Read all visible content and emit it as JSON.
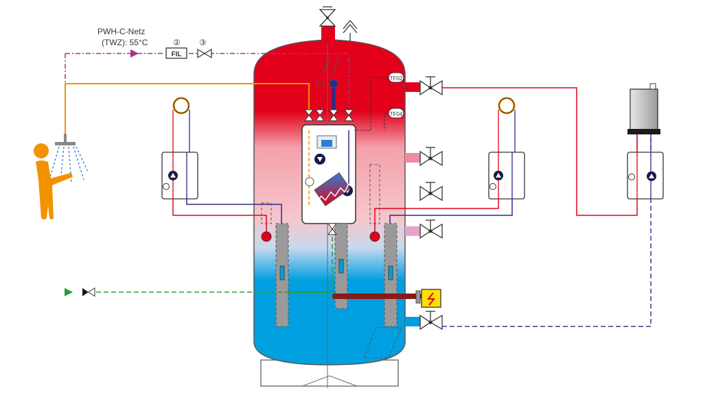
{
  "labels": {
    "supply_title": "PWH-C-Netz",
    "supply_spec": "(TWZ): 55°C",
    "num_2": "②",
    "num_3": "③",
    "filter": "FIL",
    "sensor_top": "TF02",
    "sensor_mid": "TF04"
  },
  "colors": {
    "hot": "#e2001a",
    "cold": "#00a0e0",
    "return": "#2b2a8c",
    "dhw": "#f39200",
    "circulation": "#a0378a",
    "cold_water": "#2a9a3c",
    "dashed_return": "#3a3a8c",
    "person": "#f39200",
    "heater": "#ffe000"
  },
  "icons": {
    "shower": "shower-icon",
    "person": "person-icon",
    "heating_element": "lightning-icon",
    "vent": "air-vent-icon",
    "safety_valve": "safety-valve-icon"
  }
}
